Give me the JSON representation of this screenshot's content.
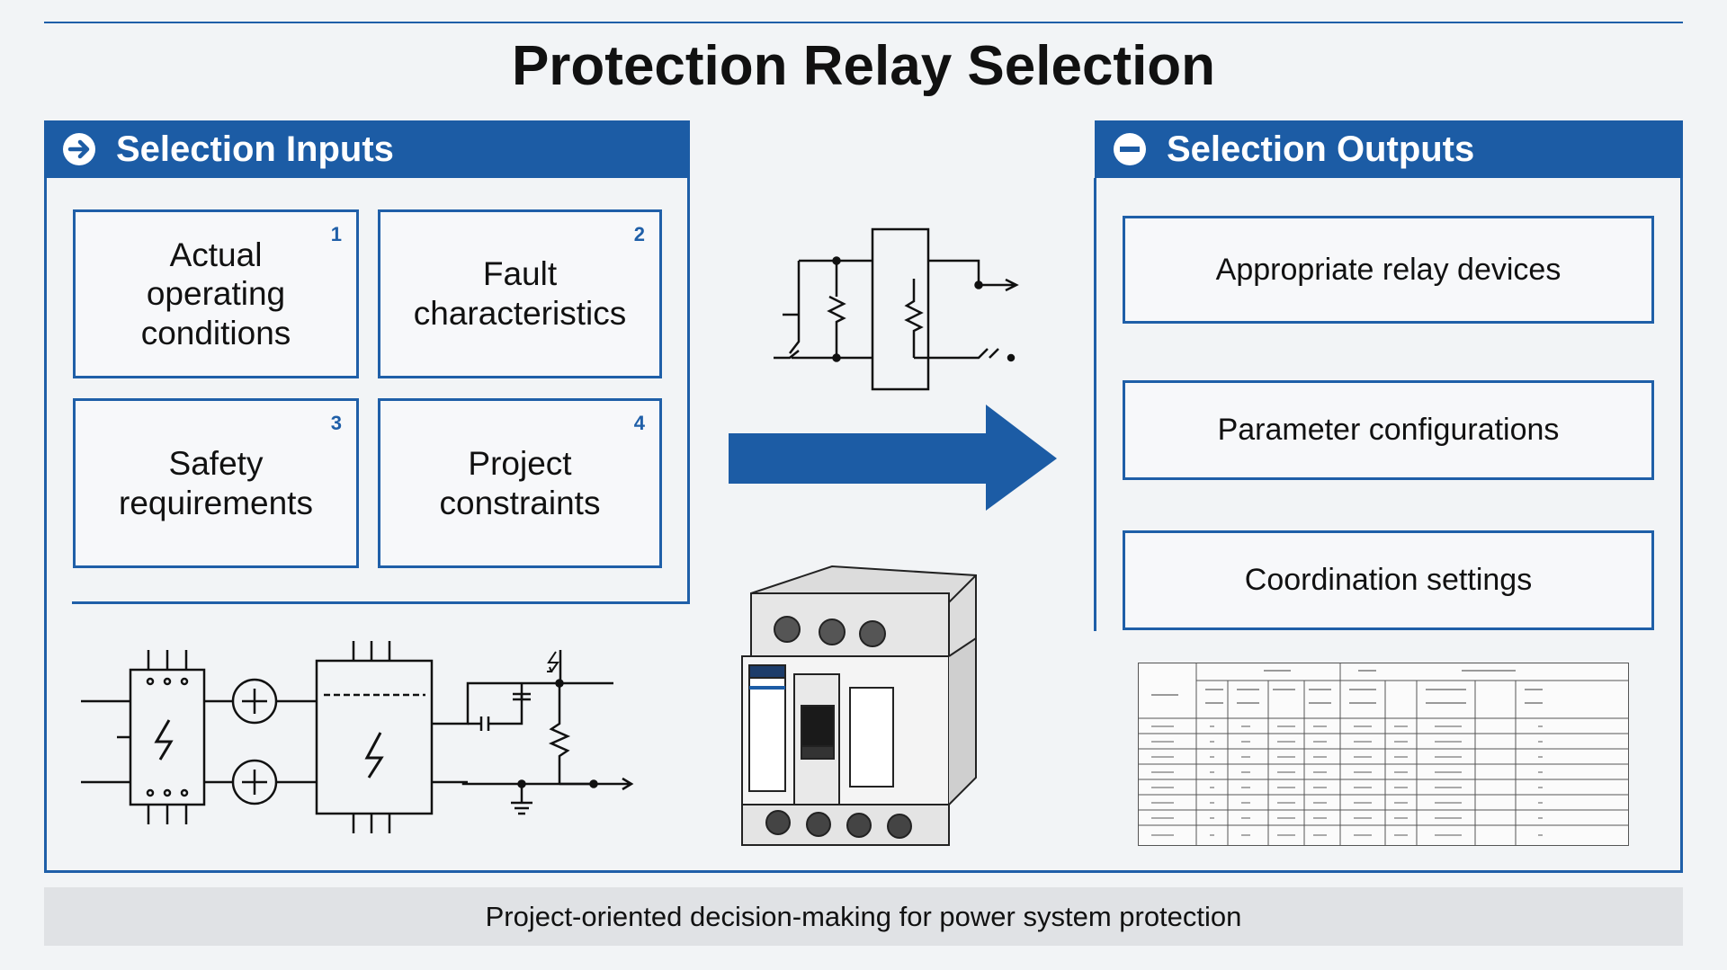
{
  "title": "Protection Relay Selection",
  "inputs": {
    "heading": "Selection Inputs",
    "items": [
      {
        "number": "1",
        "label": "Actual operating conditions"
      },
      {
        "number": "2",
        "label": "Fault characteristics"
      },
      {
        "number": "3",
        "label": "Safety requirements"
      },
      {
        "number": "4",
        "label": "Project constraints"
      }
    ]
  },
  "outputs": {
    "heading": "Selection Outputs",
    "items": [
      {
        "label": "Appropriate relay devices"
      },
      {
        "label": "Parameter configurations"
      },
      {
        "label": "Coordination settings"
      }
    ]
  },
  "footer": "Project-oriented decision-making for power system protection",
  "colors": {
    "accent": "#1c5ca5",
    "background": "#f2f4f6"
  }
}
